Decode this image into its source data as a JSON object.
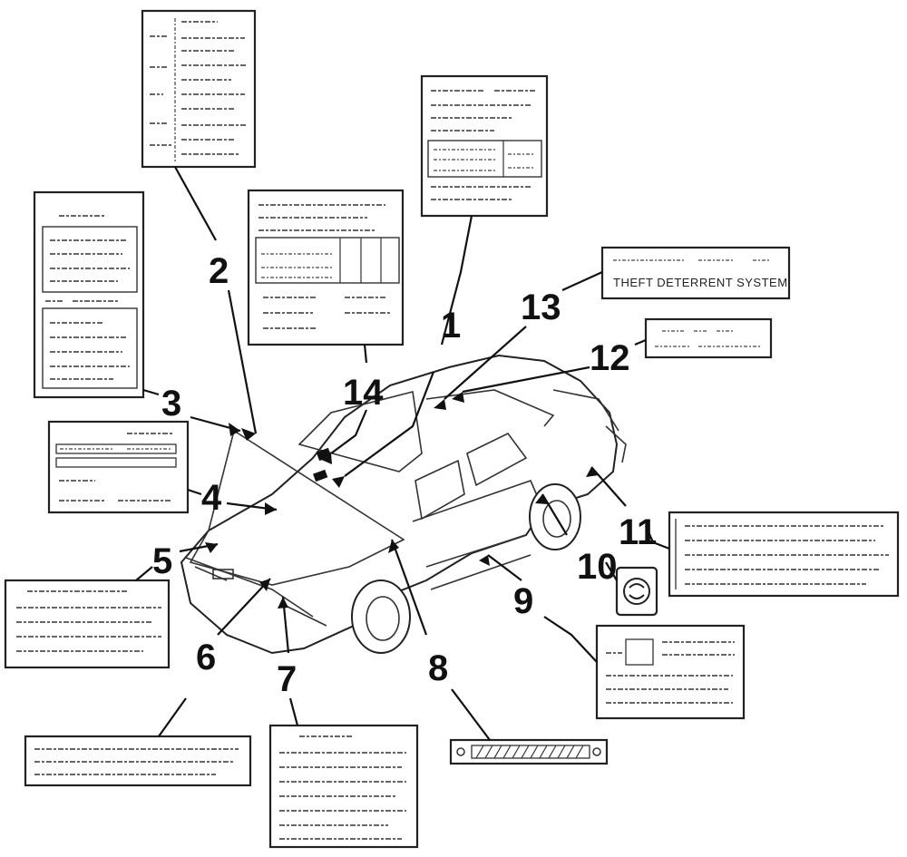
{
  "diagram": {
    "callouts": [
      "1",
      "2",
      "3",
      "4",
      "5",
      "6",
      "7",
      "8",
      "9",
      "10",
      "11",
      "12",
      "13",
      "14"
    ],
    "label_texts": {
      "theft_label": "THEFT DETERRENT SYSTEM"
    }
  }
}
